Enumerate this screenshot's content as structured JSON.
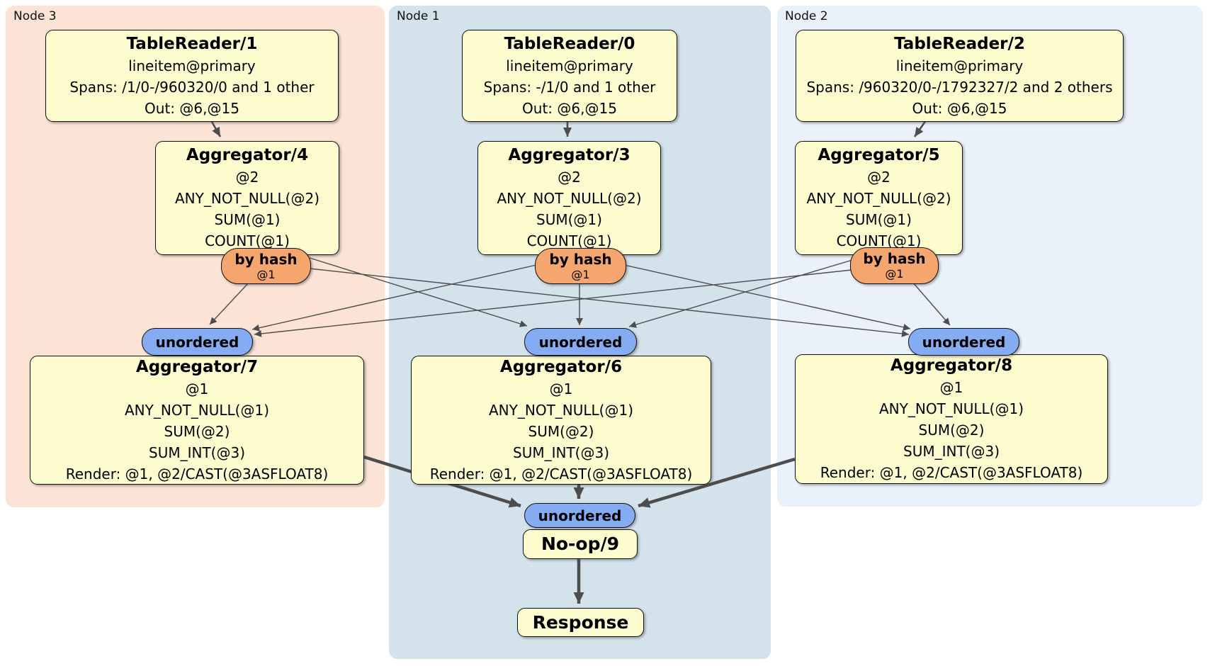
{
  "regions": [
    {
      "label": "Node 3"
    },
    {
      "label": "Node 1"
    },
    {
      "label": "Node 2"
    }
  ],
  "nodes": {
    "tr1": {
      "title": "TableReader/1",
      "lines": [
        "lineitem@primary",
        "Spans: /1/0-/960320/0 and 1 other",
        "Out: @6,@15"
      ]
    },
    "tr0": {
      "title": "TableReader/0",
      "lines": [
        "lineitem@primary",
        "Spans: -/1/0 and 1 other",
        "Out: @6,@15"
      ]
    },
    "tr2": {
      "title": "TableReader/2",
      "lines": [
        "lineitem@primary",
        "Spans: /960320/0-/1792327/2 and 2 others",
        "Out: @6,@15"
      ]
    },
    "ag4": {
      "title": "Aggregator/4",
      "lines": [
        "@2",
        "ANY_NOT_NULL(@2)",
        "SUM(@1)",
        "COUNT(@1)"
      ]
    },
    "ag3": {
      "title": "Aggregator/3",
      "lines": [
        "@2",
        "ANY_NOT_NULL(@2)",
        "SUM(@1)",
        "COUNT(@1)"
      ]
    },
    "ag5": {
      "title": "Aggregator/5",
      "lines": [
        "@2",
        "ANY_NOT_NULL(@2)",
        "SUM(@1)",
        "COUNT(@1)"
      ]
    },
    "ag7": {
      "title": "Aggregator/7",
      "lines": [
        "@1",
        "ANY_NOT_NULL(@1)",
        "SUM(@2)",
        "SUM_INT(@3)",
        "Render: @1, @2/CAST(@3ASFLOAT8)"
      ]
    },
    "ag6": {
      "title": "Aggregator/6",
      "lines": [
        "@1",
        "ANY_NOT_NULL(@1)",
        "SUM(@2)",
        "SUM_INT(@3)",
        "Render: @1, @2/CAST(@3ASFLOAT8)"
      ]
    },
    "ag8": {
      "title": "Aggregator/8",
      "lines": [
        "@1",
        "ANY_NOT_NULL(@1)",
        "SUM(@2)",
        "SUM_INT(@3)",
        "Render: @1, @2/CAST(@3ASFLOAT8)"
      ]
    },
    "noop": {
      "title": "No-op/9"
    },
    "response": {
      "title": "Response"
    }
  },
  "connectors": {
    "by_hash": {
      "label": "by hash",
      "detail": "@1"
    },
    "unordered": {
      "label": "unordered"
    }
  },
  "colors": {
    "node3_bg": "#fbe3d5",
    "node1_bg": "#d4e2eb",
    "node2_bg": "#eaf1fb",
    "process_fill": "#fdfccf",
    "router_fill": "#f5a56e",
    "sync_fill": "#85abf2",
    "edge": "#4d4d4d"
  }
}
